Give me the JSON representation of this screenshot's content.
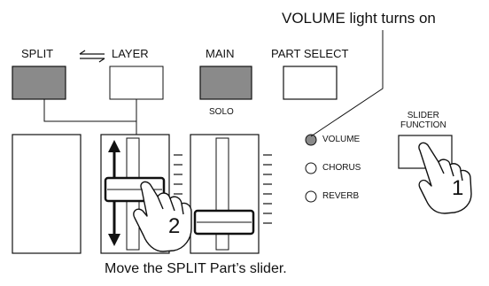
{
  "callout": "VOLUME light turns on",
  "caption": "Move the SPLIT Part’s slider.",
  "buttons": {
    "split": "SPLIT",
    "layer": "LAYER",
    "main": "MAIN",
    "part_select": "PART SELECT",
    "solo": "SOLO",
    "slider_function_line1": "SLIDER",
    "slider_function_line2": "FUNCTION"
  },
  "indicators": {
    "volume": "VOLUME",
    "chorus": "CHORUS",
    "reverb": "REVERB"
  },
  "steps": {
    "step1": "1",
    "step2": "2"
  },
  "icons": {
    "split_layer_arrows": "double-harpoon-icon",
    "hand_press": "pointing-hand-icon",
    "hand_slide": "slider-hand-icon"
  },
  "colors": {
    "lit": "#8a8a8a",
    "unlit": "#ffffff",
    "line": "#111111"
  }
}
